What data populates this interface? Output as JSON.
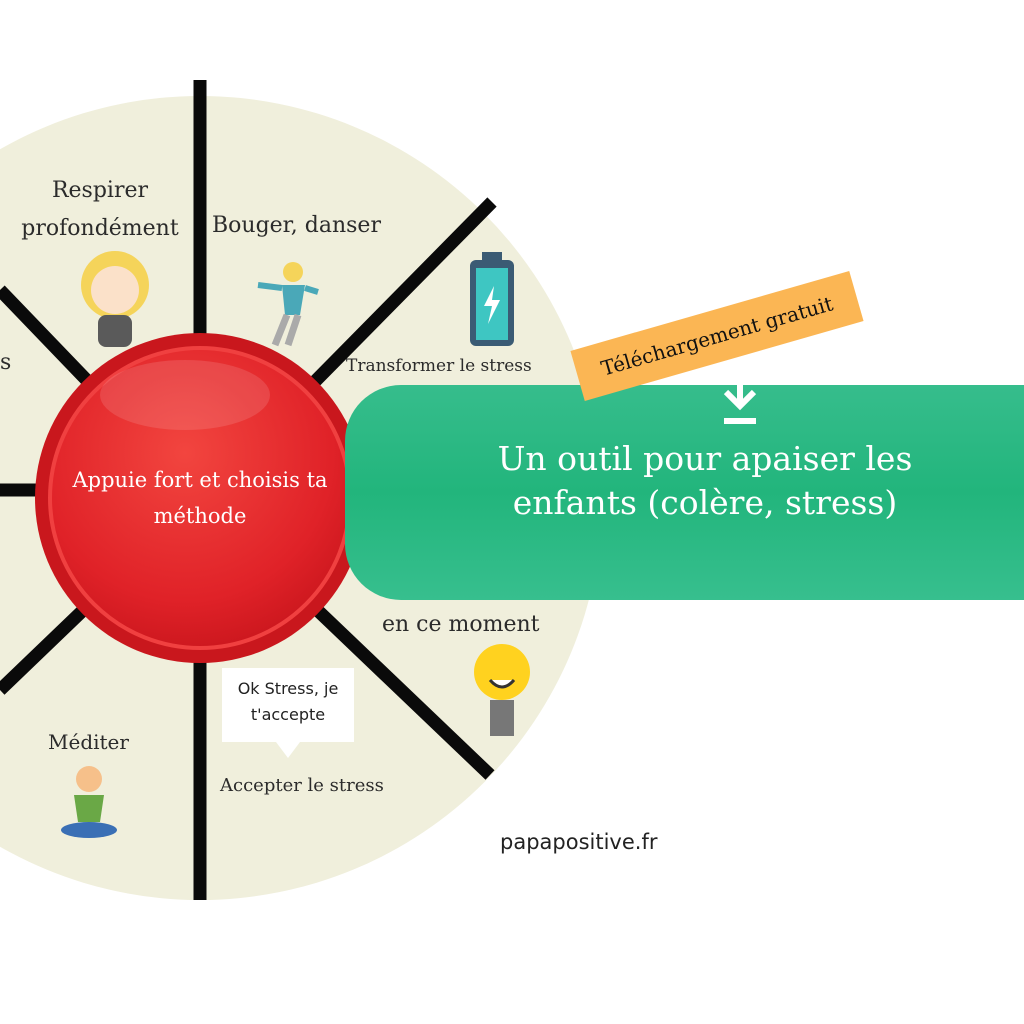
{
  "wheel": {
    "center_button": "Appuie fort et choisis ta méthode",
    "segments": [
      {
        "label": "Respirer profondément",
        "icon": "girl-breathing-icon"
      },
      {
        "label": "Bouger, danser",
        "icon": "dancing-boy-icon"
      },
      {
        "label": "Transformer le stress",
        "icon": "battery-icon"
      },
      {
        "label": "en ce moment",
        "icon": "lightbulb-icon"
      },
      {
        "label": "Accepter le stress",
        "bubble": "Ok Stress, je t'accepte"
      },
      {
        "label": "Méditer",
        "icon": "meditating-person-icon"
      },
      {
        "label": "s"
      }
    ]
  },
  "banner": {
    "tag": "Téléchargement gratuit",
    "title_line1": "Un outil pour apaiser les",
    "title_line2": "enfants (colère, stress)"
  },
  "site": "papapositive.fr",
  "colors": {
    "wheel": "#f0efdc",
    "button": "#e52a2a",
    "banner": "#2ab882",
    "tag": "#fbb654"
  }
}
